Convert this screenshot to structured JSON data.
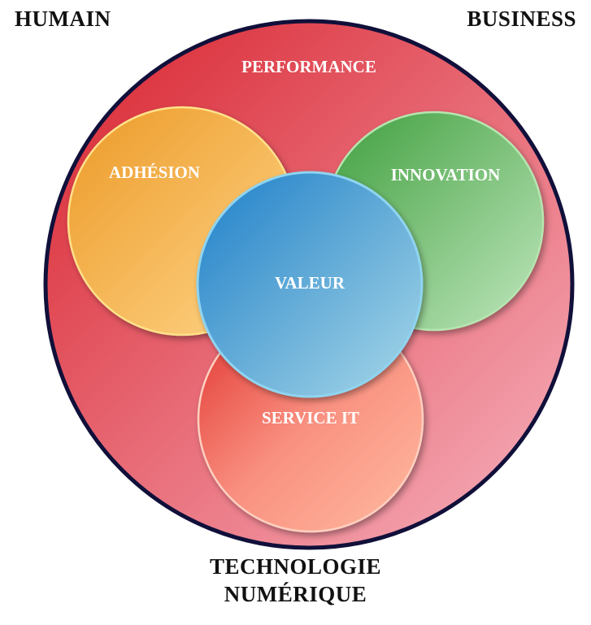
{
  "corners": {
    "top_left": "HUMAIN",
    "top_right": "BUSINESS",
    "bottom_line1": "TECHNOLOGIE",
    "bottom_line2": "NUMÉRIQUE"
  },
  "outer_circle": {
    "label": "PERFORMANCE",
    "color_start": "#d8232d",
    "color_end": "#f7b3c0",
    "border": "#10103a"
  },
  "circles": {
    "adhesion": {
      "label": "ADHÉSION",
      "color_start": "#ec9a28",
      "color_end": "#ffd68a"
    },
    "innovation": {
      "label": "INNOVATION",
      "color_start": "#3f9f3e",
      "color_end": "#bfe6bc"
    },
    "service": {
      "label": "SERVICE IT",
      "color_start": "#e0322e",
      "color_end": "#ffbba0"
    },
    "valeur": {
      "label": "VALEUR",
      "color_start": "#1e7fc8",
      "color_end": "#a8d8e8"
    }
  }
}
